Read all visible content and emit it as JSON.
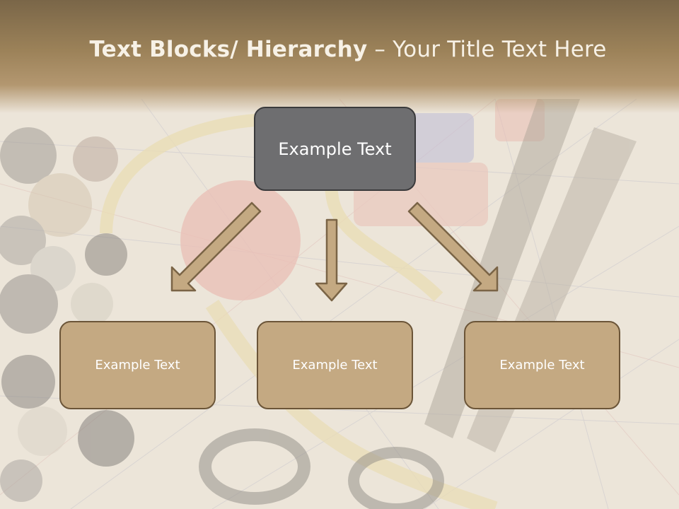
{
  "slide": {
    "title_bold": "Text Blocks/ Hierarchy",
    "title_rest": " – Your Title Text Here",
    "top_box_text": "Example Text",
    "child_boxes": [
      {
        "text": "Example Text"
      },
      {
        "text": "Example Text"
      },
      {
        "text": "Example Text"
      }
    ]
  },
  "colors": {
    "title_bar": "#9c8259",
    "title_text": "#f7f1e6",
    "top_box": "#6e6e70",
    "child_box": "#c4a982",
    "child_box_border": "#6b5538",
    "arrow_fill": "#c4a982"
  }
}
